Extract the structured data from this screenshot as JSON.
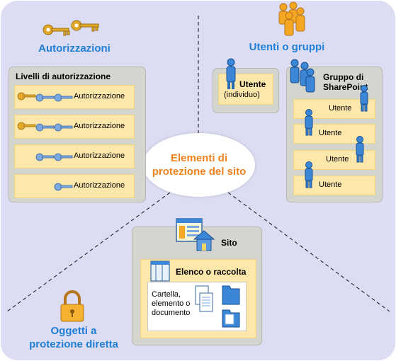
{
  "colors": {
    "accent_blue": "#1f7fd6",
    "accent_orange": "#f0821e",
    "background": "#dcdcf2",
    "panel": "#d5d5d0",
    "box_yellow": "#fde7ab"
  },
  "sections": {
    "permissions": "Autorizzazioni",
    "users_groups": "Utenti o gruppi",
    "securable_line1": "Oggetti a",
    "securable_line2": "protezione diretta"
  },
  "center": {
    "line1": "Elementi di",
    "line2": "protezione del sito"
  },
  "permission_levels": {
    "title": "Livelli di autorizzazione",
    "items": [
      {
        "label": "Autorizzazione",
        "keys": [
          "gold",
          "blue",
          "blue"
        ]
      },
      {
        "label": "Autorizzazione",
        "keys": [
          "gold",
          "blue",
          "blue"
        ]
      },
      {
        "label": "Autorizzazione",
        "keys": [
          "blue",
          "blue"
        ]
      },
      {
        "label": "Autorizzazione",
        "keys": [
          "blue"
        ]
      }
    ]
  },
  "user_panel": {
    "title": "Utente",
    "subtitle": "(individuo)"
  },
  "group_panel": {
    "title_line1": "Gruppo di",
    "title_line2": "SharePoint",
    "users": [
      "Utente",
      "Utente",
      "Utente",
      "Utente"
    ]
  },
  "site_panel": {
    "title": "Sito",
    "list_title": "Elenco o raccolta",
    "item_text_1": "Cartella,",
    "item_text_2": "elemento o",
    "item_text_3": "documento"
  },
  "icons": [
    "keys-icon",
    "users-group-icon",
    "user-icon",
    "padlock-icon",
    "site-icon",
    "house-icon",
    "list-icon",
    "document-icon",
    "folder-icon"
  ]
}
